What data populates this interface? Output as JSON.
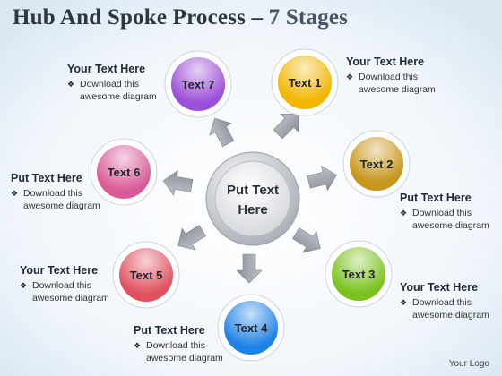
{
  "title": {
    "main": "Hub And Spoke Process – ",
    "highlight": "7 Stages"
  },
  "hub": {
    "line1": "Put Text",
    "line2": "Here"
  },
  "nodes": [
    {
      "id": "text-1",
      "label": "Text 1",
      "color": "#f2b600"
    },
    {
      "id": "text-2",
      "label": "Text 2",
      "color": "#c8961c"
    },
    {
      "id": "text-3",
      "label": "Text 3",
      "color": "#7cc21f"
    },
    {
      "id": "text-4",
      "label": "Text 4",
      "color": "#1e82e6"
    },
    {
      "id": "text-5",
      "label": "Text 5",
      "color": "#e0505f"
    },
    {
      "id": "text-6",
      "label": "Text 6",
      "color": "#d95a98"
    },
    {
      "id": "text-7",
      "label": "Text 7",
      "color": "#9b4ed6"
    }
  ],
  "callouts": [
    {
      "heading": "Your Text Here",
      "bullet": "❖",
      "body": "Download this awesome diagram"
    },
    {
      "heading": "Your Text Here",
      "bullet": "❖",
      "body": "Download this awesome diagram"
    },
    {
      "heading": "Put Text Here",
      "bullet": "❖",
      "body": "Download this awesome diagram"
    },
    {
      "heading": "Put Text Here",
      "bullet": "❖",
      "body": "Download this awesome diagram"
    },
    {
      "heading": "Your Text Here",
      "bullet": "❖",
      "body": "Download this awesome diagram"
    },
    {
      "heading": "Your Text Here",
      "bullet": "❖",
      "body": "Download this awesome diagram"
    },
    {
      "heading": "Put Text Here",
      "bullet": "❖",
      "body": "Download this awesome diagram"
    }
  ],
  "logo": "Your Logo"
}
